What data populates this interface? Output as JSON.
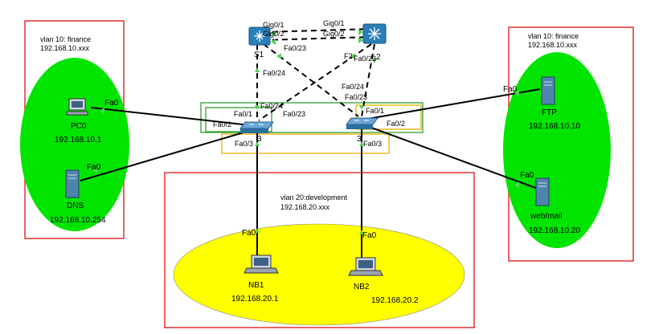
{
  "zones": {
    "left": {
      "vlan_label": "vlan 10: finance",
      "subnet": "192.168.10.xxx"
    },
    "right": {
      "vlan_label": "vlan 10: finance",
      "subnet": "192.168.10.xxx"
    },
    "bottom": {
      "vlan_label": "vlan 20:development",
      "subnet": "192.168.20.xxx"
    }
  },
  "devices": {
    "pc0": {
      "name": "PC0",
      "ip": "192.168.10.1",
      "port": "Fa0"
    },
    "dns": {
      "name": "DNS",
      "ip": "192.168.10.254",
      "port": "Fa0"
    },
    "ftp": {
      "name": "FTP",
      "ip": "192.168.10.10",
      "port": "Fa0"
    },
    "web": {
      "name": "web/mail",
      "ip": "192.168.10.20",
      "port": "Fa0"
    },
    "nb1": {
      "name": "NB1",
      "ip": "192.168.20.1",
      "port": "Fa0"
    },
    "nb2": {
      "name": "NB2",
      "ip": "192.168.20.2",
      "port": "Fa0"
    },
    "s1": {
      "name": "S1"
    },
    "s2": {
      "name": "2"
    },
    "sw_left_tag": "3",
    "sw_right_tag": "3"
  },
  "ports": {
    "s1_gig01": "Gig0/1",
    "s1_gig02": "Gig0/2",
    "s2_gig01": "Gig0/1",
    "s2_gig02": "Gig0/2",
    "s1_fa023": "Fa0/23",
    "s1_fa024": "Fa0/24",
    "s2_fa023": "Fa0/23",
    "s2_f2": "F2",
    "swl_fa024": "Fa0/24",
    "swl_fa023": "Fa0/23",
    "swl_fa01": "Fa0/1",
    "swl_fa02": "Fa0/2",
    "swl_fa03": "Fa0/3",
    "swr_fa024": "Fa0/24",
    "swr_fa023": "Fa0/23",
    "swr_fa01": "Fa0/1",
    "swr_fa02": "Fa0/2",
    "swr_fa03": "Fa0/3"
  },
  "colors": {
    "zone_border": "#e03030",
    "green_zone": "#00e400",
    "yellow_zone": "#ffff00",
    "green_box": "#2f9e2f",
    "yellow_box": "#e8b000",
    "link_dot": "#5ad05a"
  }
}
